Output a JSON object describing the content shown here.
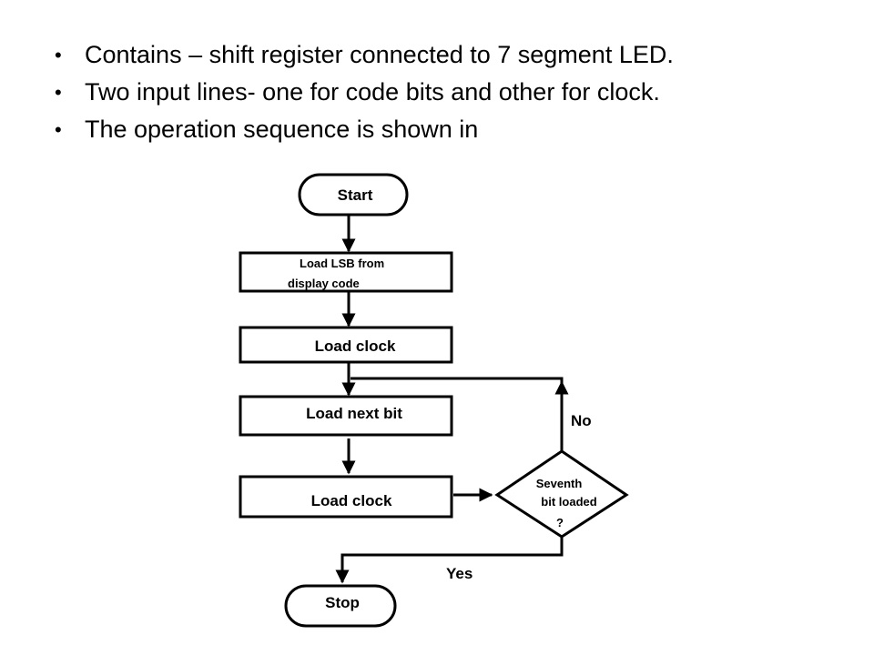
{
  "bullets": [
    "Contains – shift register connected to 7 segment LED.",
    "Two input lines- one for code bits and other for clock.",
    "The operation sequence is shown in"
  ],
  "bullet_glyph": "•",
  "flowchart": {
    "start": "Start",
    "load_lsb_line1": "Load LSB from",
    "load_lsb_line2": "display code",
    "load_clock_1": "Load clock",
    "load_next_bit": "Load next bit",
    "load_clock_2": "Load clock",
    "decision_line1": "Seventh",
    "decision_line2": "bit loaded",
    "decision_line3": "?",
    "no_label": "No",
    "yes_label": "Yes",
    "stop": "Stop"
  }
}
